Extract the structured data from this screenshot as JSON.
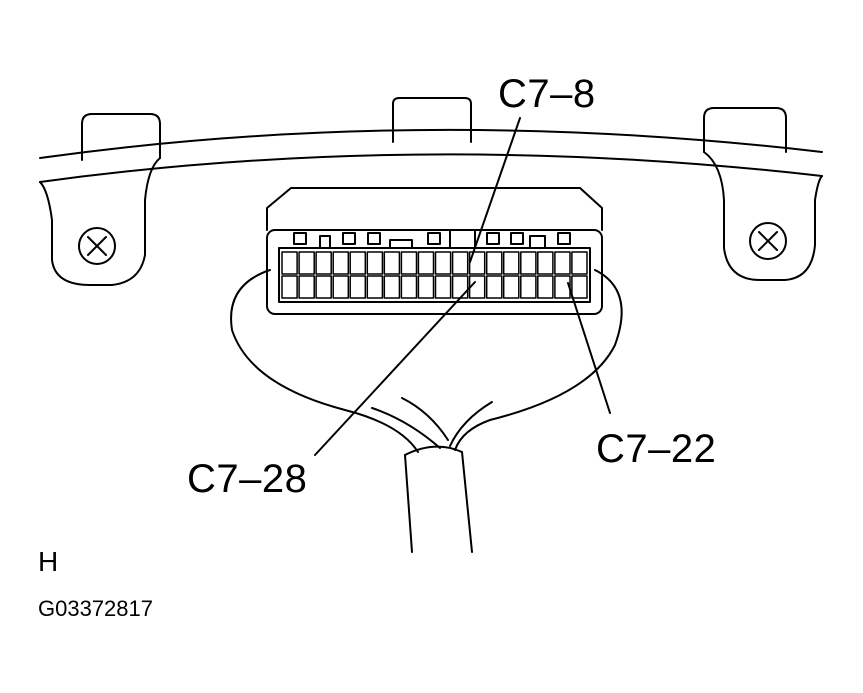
{
  "callouts": {
    "top": "C7–8",
    "left": "C7–28",
    "right": "C7–22"
  },
  "view_letter": "H",
  "figure_code": "G03372817",
  "connector": {
    "rows": 2,
    "pins_per_row": 18
  }
}
